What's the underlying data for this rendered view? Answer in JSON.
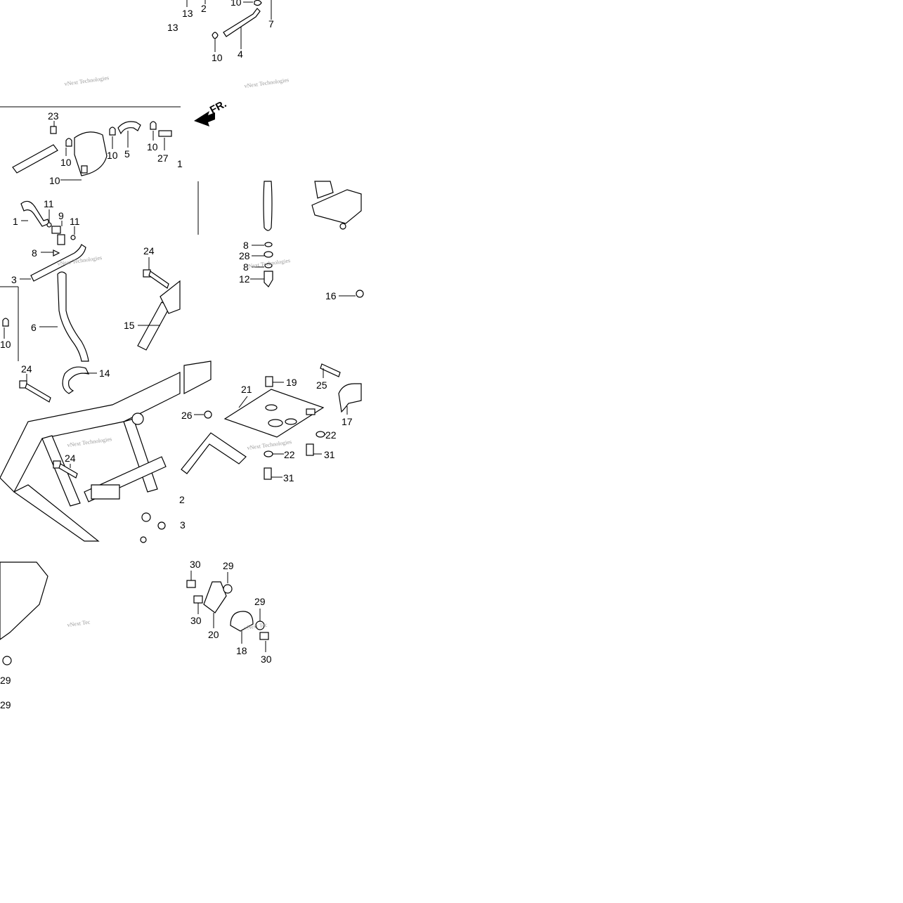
{
  "diagram": {
    "direction_label": "FR.",
    "watermark": "vNext Technologies",
    "watermark_short": "vNext Tec",
    "callouts": [
      "1",
      "2",
      "3",
      "4",
      "5",
      "6",
      "7",
      "8",
      "9",
      "10",
      "11",
      "12",
      "13",
      "14",
      "15",
      "16",
      "17",
      "18",
      "19",
      "20",
      "21",
      "22",
      "23",
      "24",
      "25",
      "26",
      "27",
      "28",
      "29",
      "30",
      "31"
    ]
  }
}
